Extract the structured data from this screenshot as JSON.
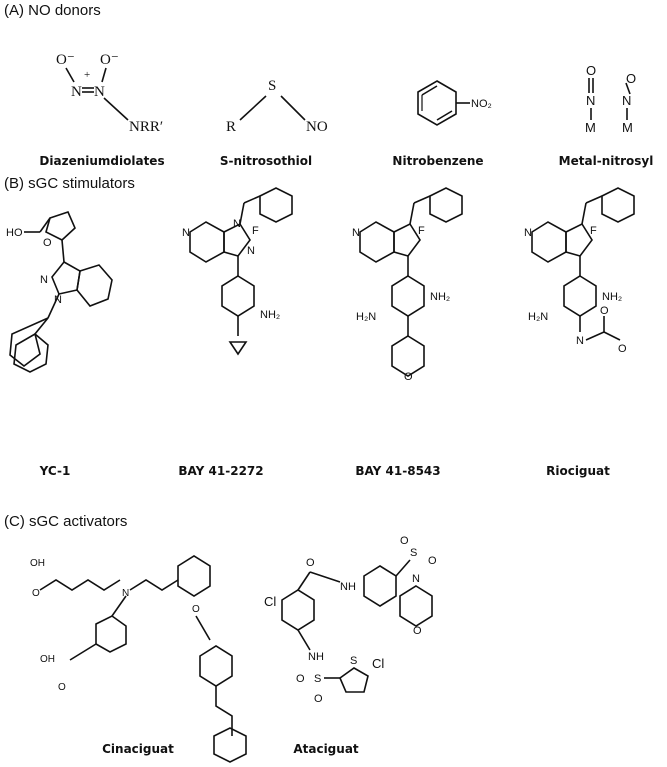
{
  "sections": [
    {
      "title": "(A) NO donors"
    },
    {
      "title": "(B) sGC stimulators"
    },
    {
      "title": "(C) sGC activators"
    }
  ],
  "compounds_a": [
    "Diazeniumdiolates",
    "S-nitrosothiol",
    "Nitrobenzene",
    "Metal-nitrosyl"
  ],
  "compounds_b": [
    "YC-1",
    "BAY 41-2272",
    "BAY 41-8543",
    "Riociguat"
  ],
  "compounds_c": [
    "Cinaciguat",
    "Ataciguat"
  ],
  "atoms": {
    "o_minus": "O⁻",
    "plus": "+",
    "n": "N",
    "nrr": "NRR′",
    "r": "R",
    "s": "S",
    "no": "NO",
    "no2": "NO₂",
    "o": "O",
    "m": "M",
    "ho": "HO",
    "f": "F",
    "nh2": "NH₂",
    "h2n": "H₂N",
    "oh": "OH",
    "cl": "Cl",
    "nh": "NH"
  }
}
